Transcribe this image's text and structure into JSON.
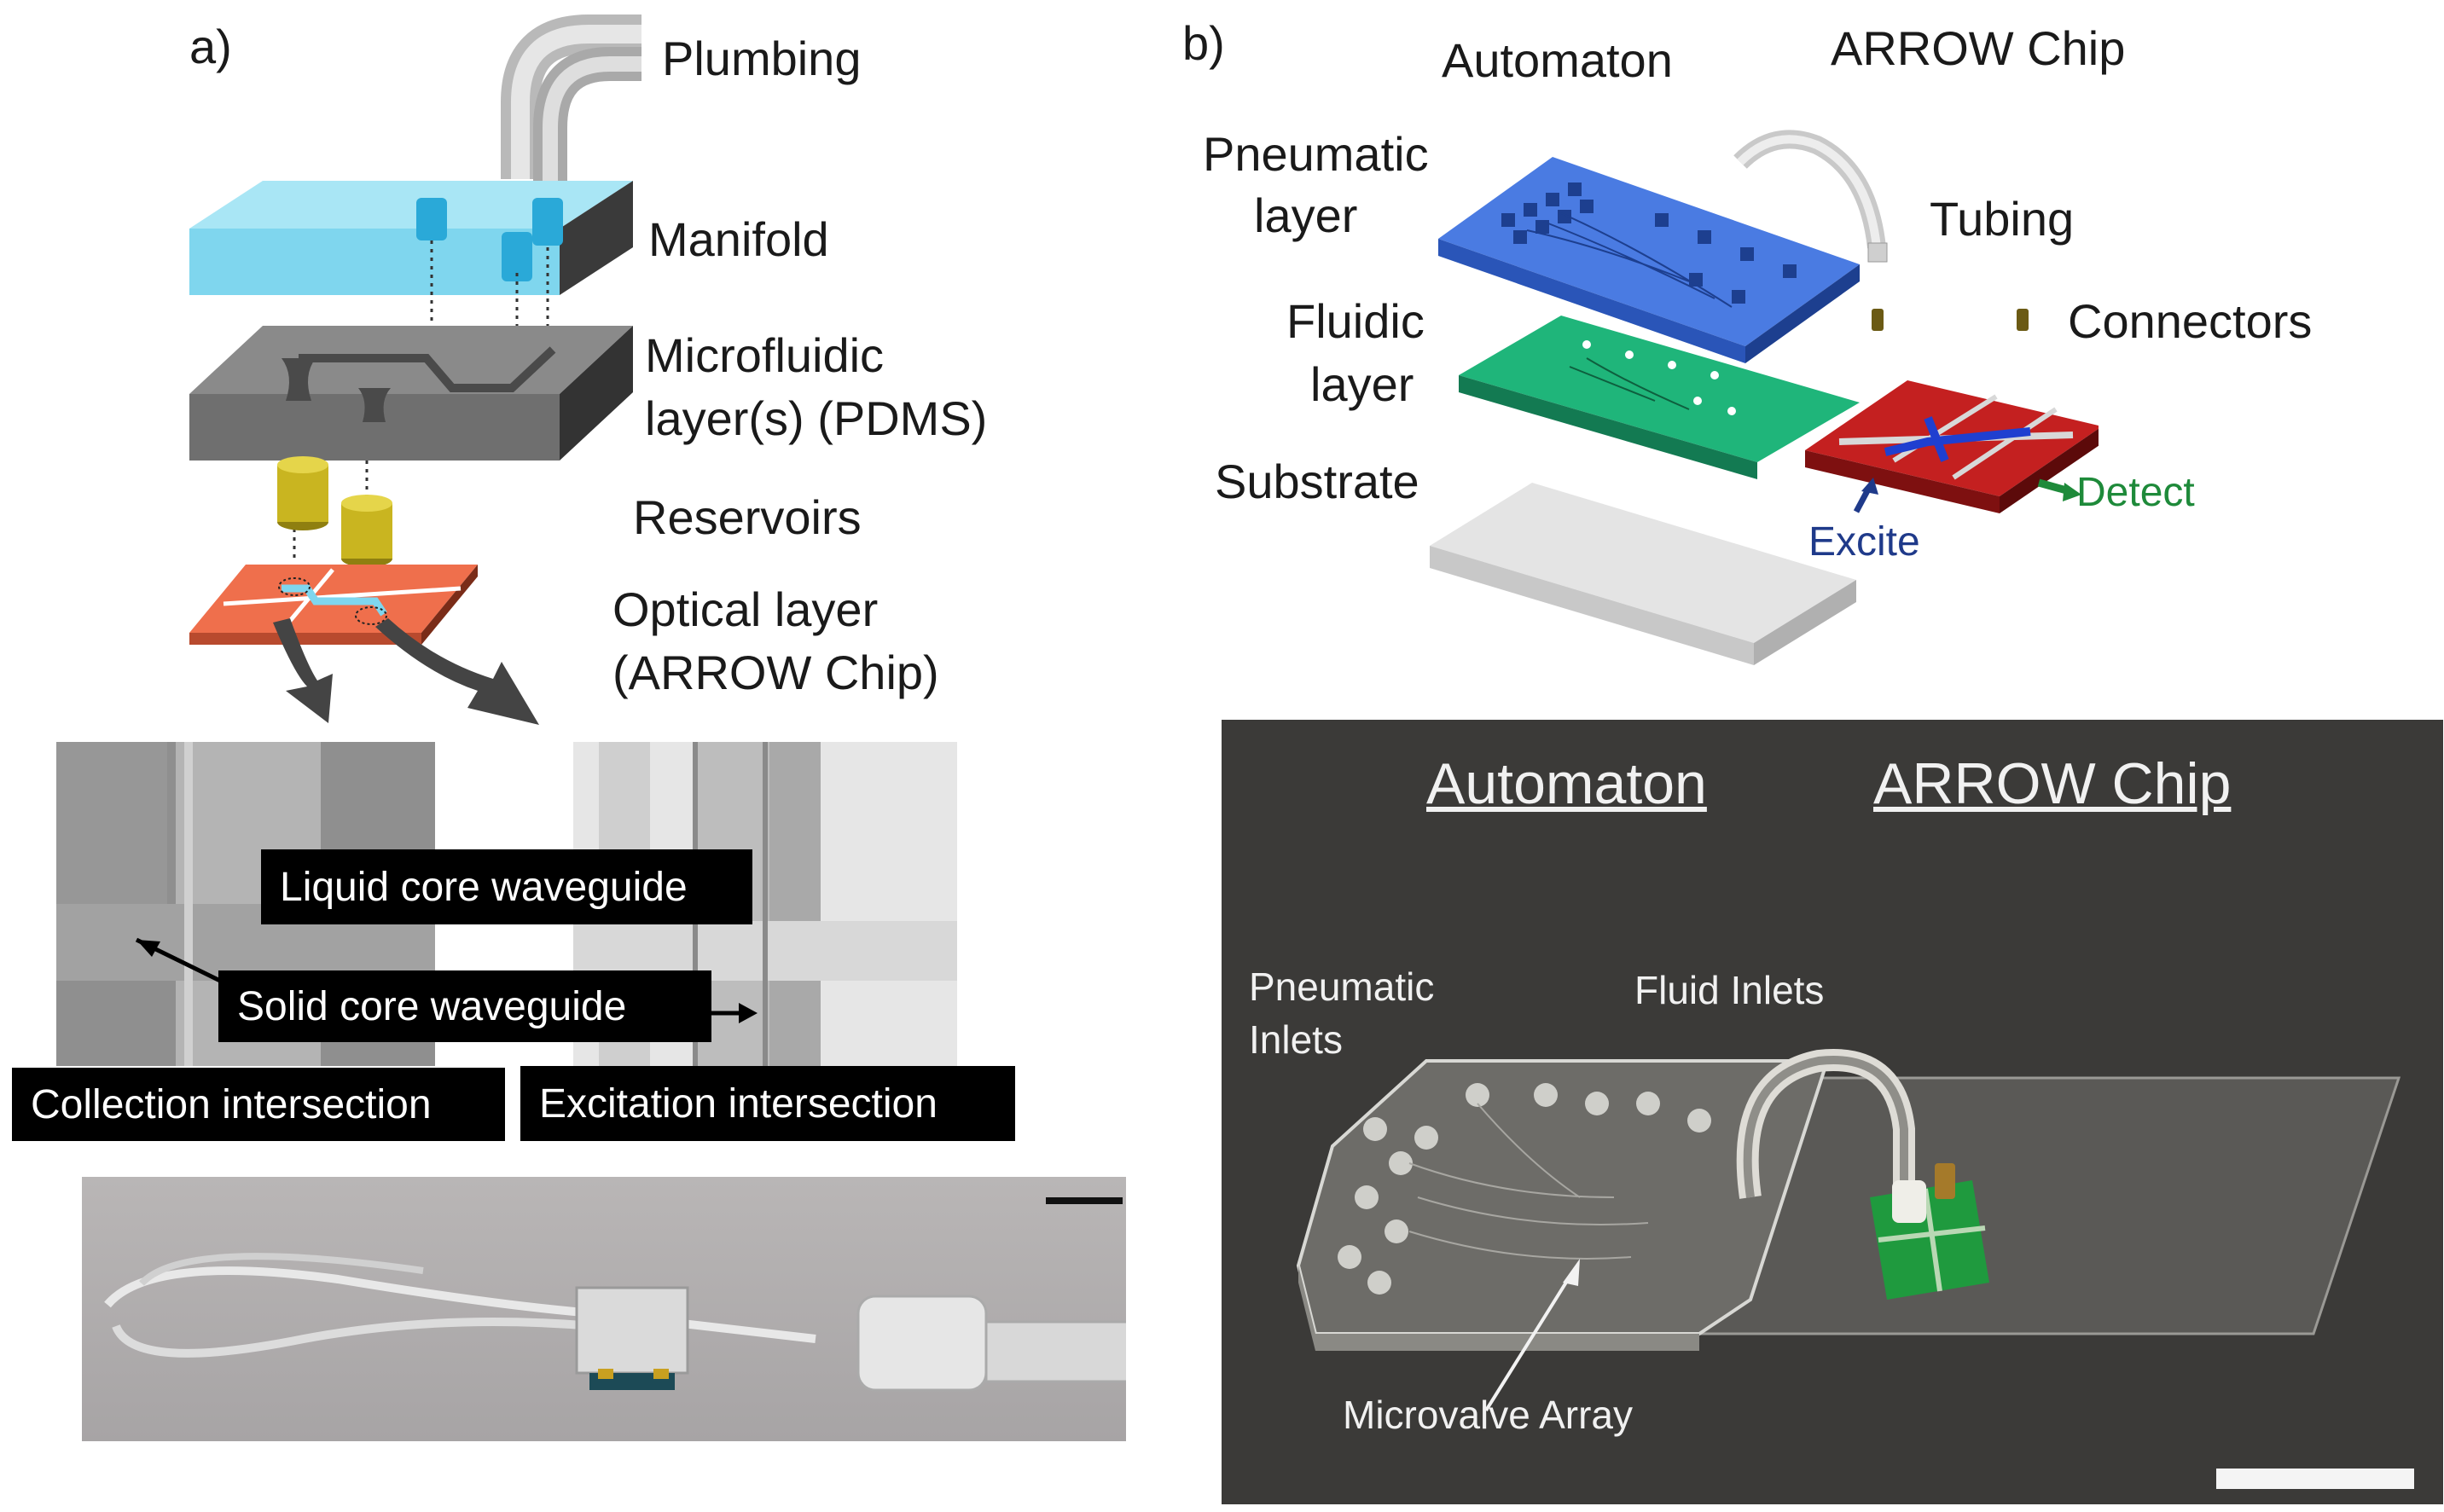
{
  "panel_a": {
    "tag": "a)",
    "labels": {
      "plumbing": "Plumbing",
      "manifold": "Manifold",
      "microfluidic_1": "Microfluidic",
      "microfluidic_2": "layer(s) (PDMS)",
      "reservoirs": "Reservoirs",
      "optical_1": "Optical layer",
      "optical_2": "(ARROW Chip)"
    },
    "sem_labels": {
      "liquid_core": "Liquid core waveguide",
      "solid_core": "Solid core waveguide",
      "collection": "Collection intersection",
      "excitation": "Excitation intersection"
    }
  },
  "panel_b": {
    "tag": "b)",
    "labels": {
      "automaton": "Automaton",
      "arrow_chip": "ARROW Chip",
      "pneumatic_1": "Pneumatic",
      "pneumatic_2": "layer",
      "tubing": "Tubing",
      "fluidic_1": "Fluidic",
      "fluidic_2": "layer",
      "connectors": "Connectors",
      "substrate": "Substrate",
      "detect": "Detect",
      "excite": "Excite"
    },
    "photo": {
      "automaton": "Automaton",
      "arrow_chip": "ARROW Chip",
      "pneumatic_inlets_1": "Pneumatic",
      "pneumatic_inlets_2": "Inlets",
      "fluid_inlets": "Fluid Inlets",
      "microvalve_array": "Microvalve Array"
    }
  },
  "colors": {
    "manifold": "#7fd6ee",
    "pdms": "#6f6f6f",
    "reservoir": "#c9b520",
    "optical": "#e8623e",
    "pneumatic": "#3f6fd6",
    "fluidic": "#1fa06a",
    "chip": "#b01818",
    "substrate": "#e4e4e4",
    "detect": "#1e8a3a",
    "excite": "#1f3a8a",
    "photo_bg": "#3b3a38"
  }
}
